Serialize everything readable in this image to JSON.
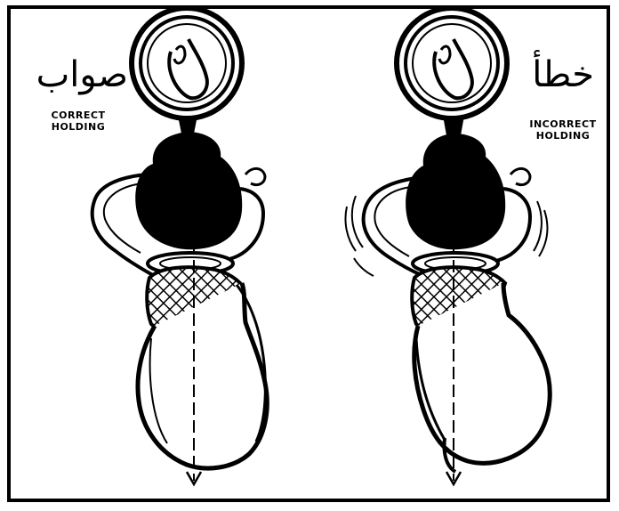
{
  "left_panel": {
    "arabic_label": "صواب",
    "english_line1": "CORRECT",
    "english_line2": "HOLDING"
  },
  "right_panel": {
    "arabic_label": "خطأ",
    "english_line1": "INCORRECT",
    "english_line2": "HOLDING"
  },
  "colors": {
    "ink": "#000000",
    "paper": "#ffffff"
  }
}
